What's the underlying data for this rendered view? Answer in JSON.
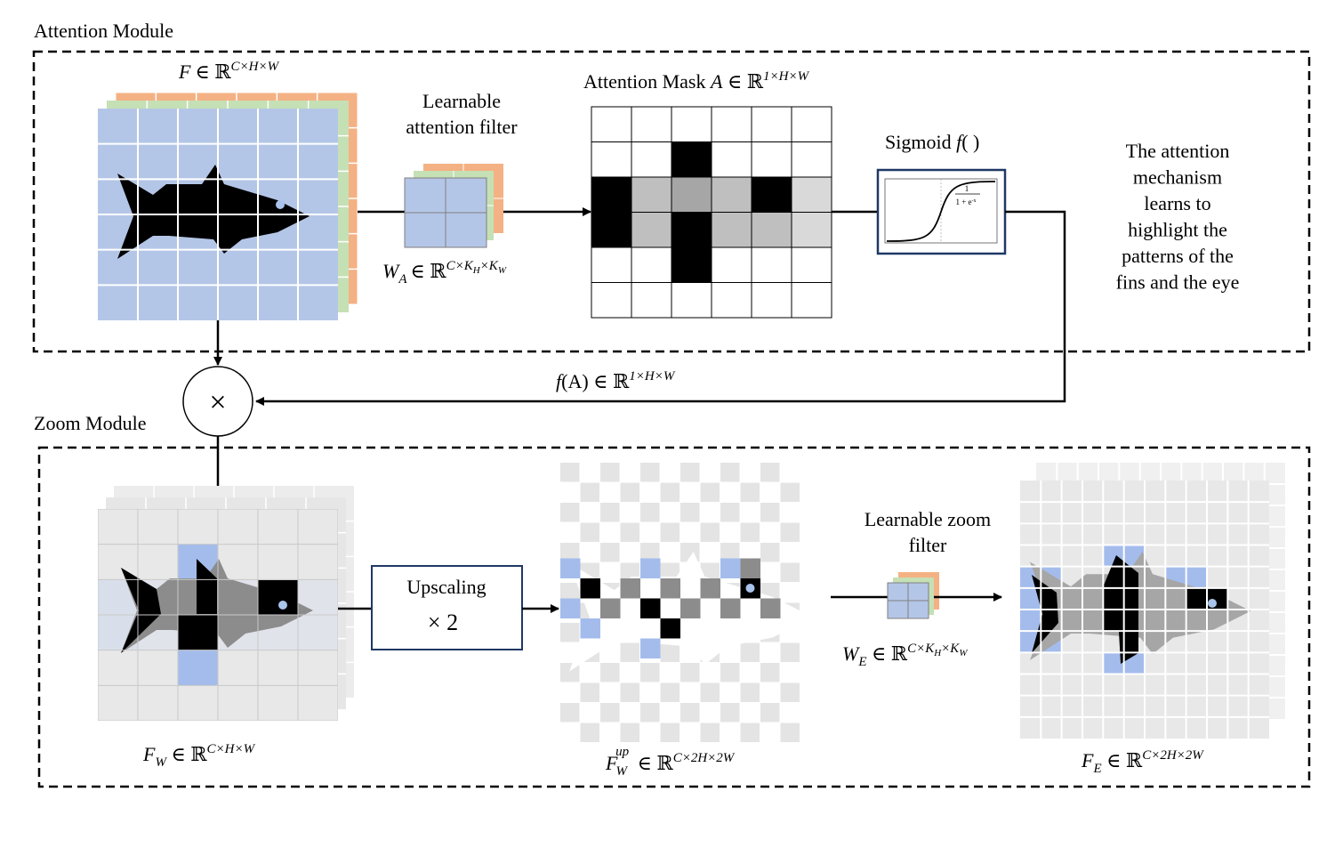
{
  "attention_module": {
    "label": "Attention Module",
    "feature_label": {
      "var": "F",
      "sym": "∈ ℝ",
      "sup": "C×H×W"
    },
    "filter_title_line1": "Learnable",
    "filter_title_line2": "attention filter",
    "filter_label": {
      "var": "W",
      "sub": "A",
      "sym": "∈ ℝ",
      "sup": "C×K",
      "sup_sub1": "H",
      "sup_mid": "×K",
      "sup_sub2": "W"
    },
    "mask_label": {
      "text": "Attention Mask ",
      "var": "A",
      "sym": " ∈ ℝ",
      "sup": "1×H×W"
    },
    "sigmoid_label": {
      "text": "Sigmoid ",
      "func": "f",
      "paren": "( )"
    },
    "sigmoid_formula": {
      "num": "1",
      "den": "1 + e",
      "den_sup": "-x"
    },
    "description_lines": [
      "The attention",
      "mechanism",
      "learns to",
      "highlight the",
      "patterns of the",
      "fins and the eye"
    ]
  },
  "connector": {
    "fa_label": {
      "func": "f",
      "arg": "(A)",
      "sym": " ∈ ℝ",
      "sup": "1×H×W"
    },
    "multiply_symbol": "×"
  },
  "zoom_module": {
    "label": "Zoom Module",
    "fw_label": {
      "var": "F",
      "sub": "W",
      "sym": " ∈ ℝ",
      "sup": "C×H×W"
    },
    "upscale_line1": "Upscaling",
    "upscale_line2": "× 2",
    "fup_label": {
      "var": "F",
      "sub": "W",
      "sup_var": "up",
      "sym": " ∈ ℝ",
      "sup": "C×2H×2W"
    },
    "zoom_filter_line1": "Learnable zoom",
    "zoom_filter_line2": "filter",
    "we_label": {
      "var": "W",
      "sub": "E",
      "sym": " ∈ ℝ",
      "sup": "C×K",
      "sup_sub1": "H",
      "sup_mid": "×K",
      "sup_sub2": "W"
    },
    "fe_label": {
      "var": "F",
      "sub": "E",
      "sym": " ∈ ℝ",
      "sup": "C×2H×2W"
    }
  },
  "attention_mask_grid": [
    [
      0,
      0,
      0,
      0,
      0,
      0
    ],
    [
      0,
      0,
      4,
      0,
      0,
      0
    ],
    [
      4,
      2,
      2.5,
      2,
      4,
      1
    ],
    [
      4,
      2,
      4,
      2,
      2,
      1
    ],
    [
      0,
      0,
      4,
      0,
      0,
      0
    ],
    [
      0,
      0,
      0,
      0,
      0,
      0
    ]
  ],
  "colors": {
    "feature_blue": "#b4c6e7",
    "feature_green": "#c5e0b4",
    "feature_orange": "#f4b183",
    "zoom_gray": "#e8e8e8",
    "highlight_blue": "#a4bcec",
    "fish_black": "#000000",
    "fish_gray": "#8c8c8c",
    "eye": "#a9c4ea"
  }
}
